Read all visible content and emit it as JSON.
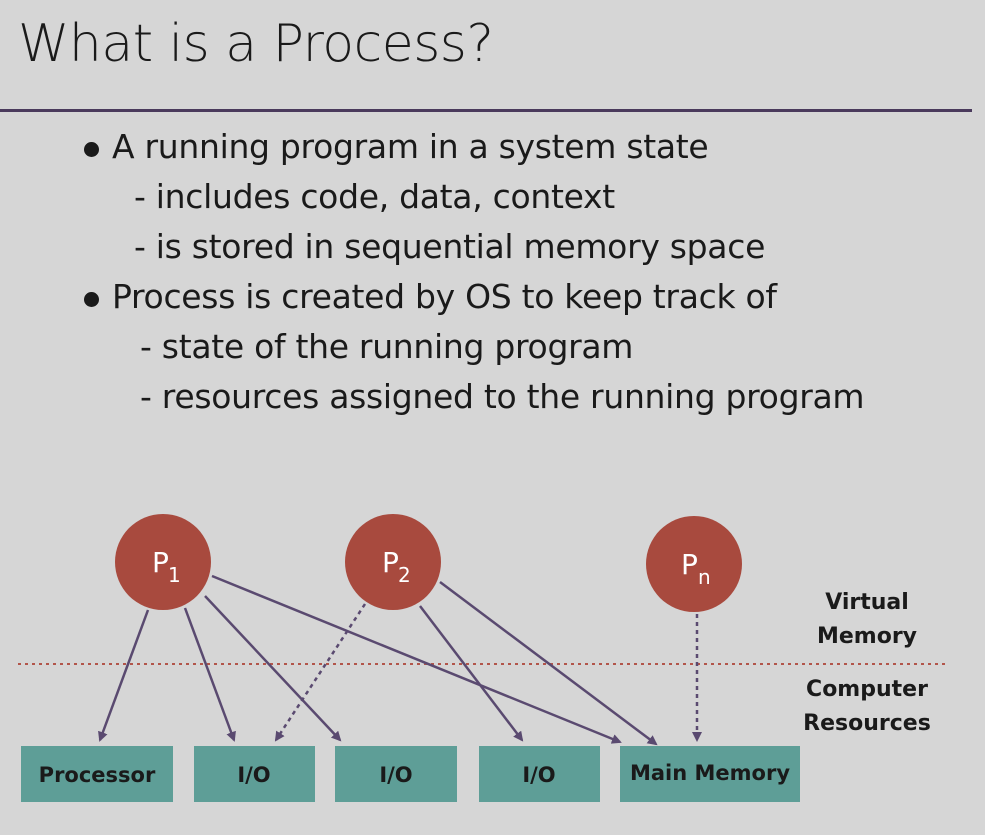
{
  "slide": {
    "title": "What is a Process?",
    "bullets": [
      {
        "text": "A running program in a system state",
        "subitems": [
          "- includes code, data, context",
          "- is stored in sequential memory space"
        ]
      },
      {
        "text": "Process is created by OS to keep track of",
        "subitems": [
          "- state of the running program",
          "- resources assigned to the running program"
        ]
      }
    ]
  },
  "diagram": {
    "processes": [
      {
        "base": "P",
        "sub": "1"
      },
      {
        "base": "P",
        "sub": "2"
      },
      {
        "base": "P",
        "sub": "n"
      }
    ],
    "resources": [
      "Processor",
      "I/O",
      "I/O",
      "I/O",
      "Main Memory"
    ],
    "layer_labels": {
      "virtual": [
        "Virtual",
        "Memory"
      ],
      "computer": [
        "Computer",
        "Resources"
      ]
    },
    "colors": {
      "process_fill": "#a84a3e",
      "resource_fill": "#5e9e97",
      "arrow": "#5a4a70",
      "divider": "#b2554a",
      "rule": "#4a3a5c",
      "background": "#d6d6d6"
    }
  }
}
